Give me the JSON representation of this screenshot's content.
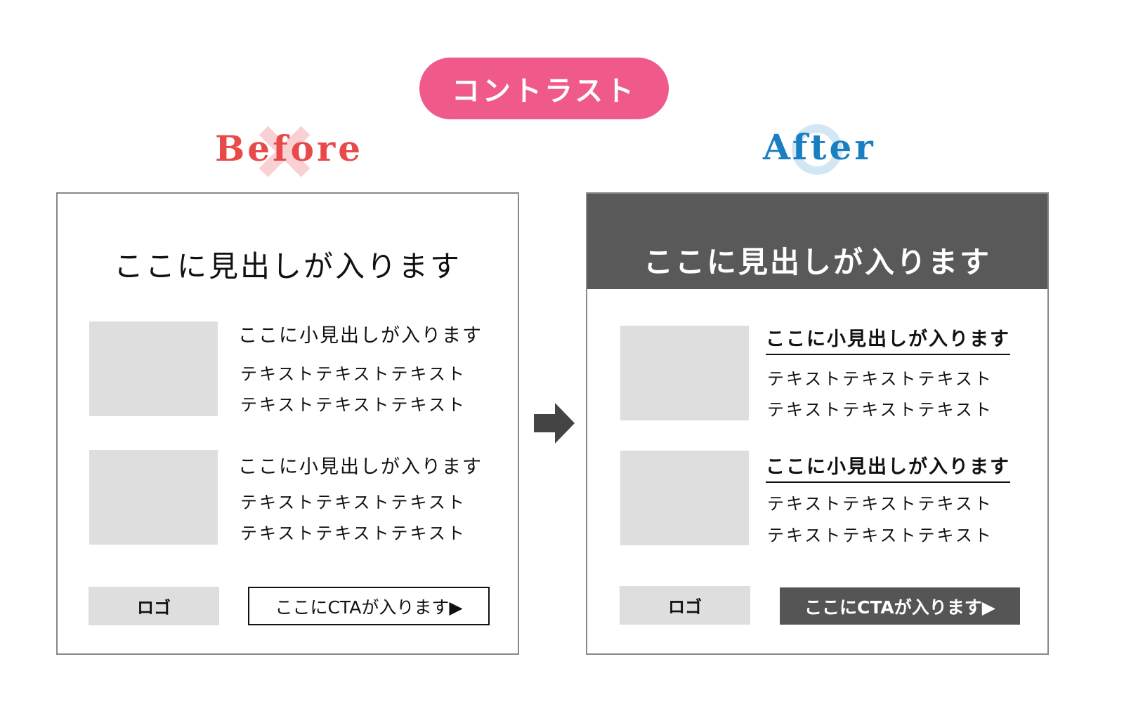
{
  "title": "コントラスト",
  "colors": {
    "pill": "#ef5a8a",
    "before": "#e84a4a",
    "after": "#1a7fc1",
    "dark": "#595959"
  },
  "before": {
    "label": "Before",
    "heading": "ここに見出しが入ります",
    "items": [
      {
        "subheading": "ここに小見出しが入ります",
        "lines": [
          "テキストテキストテキスト",
          "テキストテキストテキスト"
        ]
      },
      {
        "subheading": "ここに小見出しが入ります",
        "lines": [
          "テキストテキストテキスト",
          "テキストテキストテキスト"
        ]
      }
    ],
    "logo": "ロゴ",
    "cta": "ここにCTAが入ります▶"
  },
  "after": {
    "label": "After",
    "heading": "ここに見出しが入ります",
    "items": [
      {
        "subheading": "ここに小見出しが入ります",
        "lines": [
          "テキストテキストテキスト",
          "テキストテキストテキスト"
        ]
      },
      {
        "subheading": "ここに小見出しが入ります",
        "lines": [
          "テキストテキストテキスト",
          "テキストテキストテキスト"
        ]
      }
    ],
    "logo": "ロゴ",
    "cta": "ここにCTAが入ります▶"
  }
}
